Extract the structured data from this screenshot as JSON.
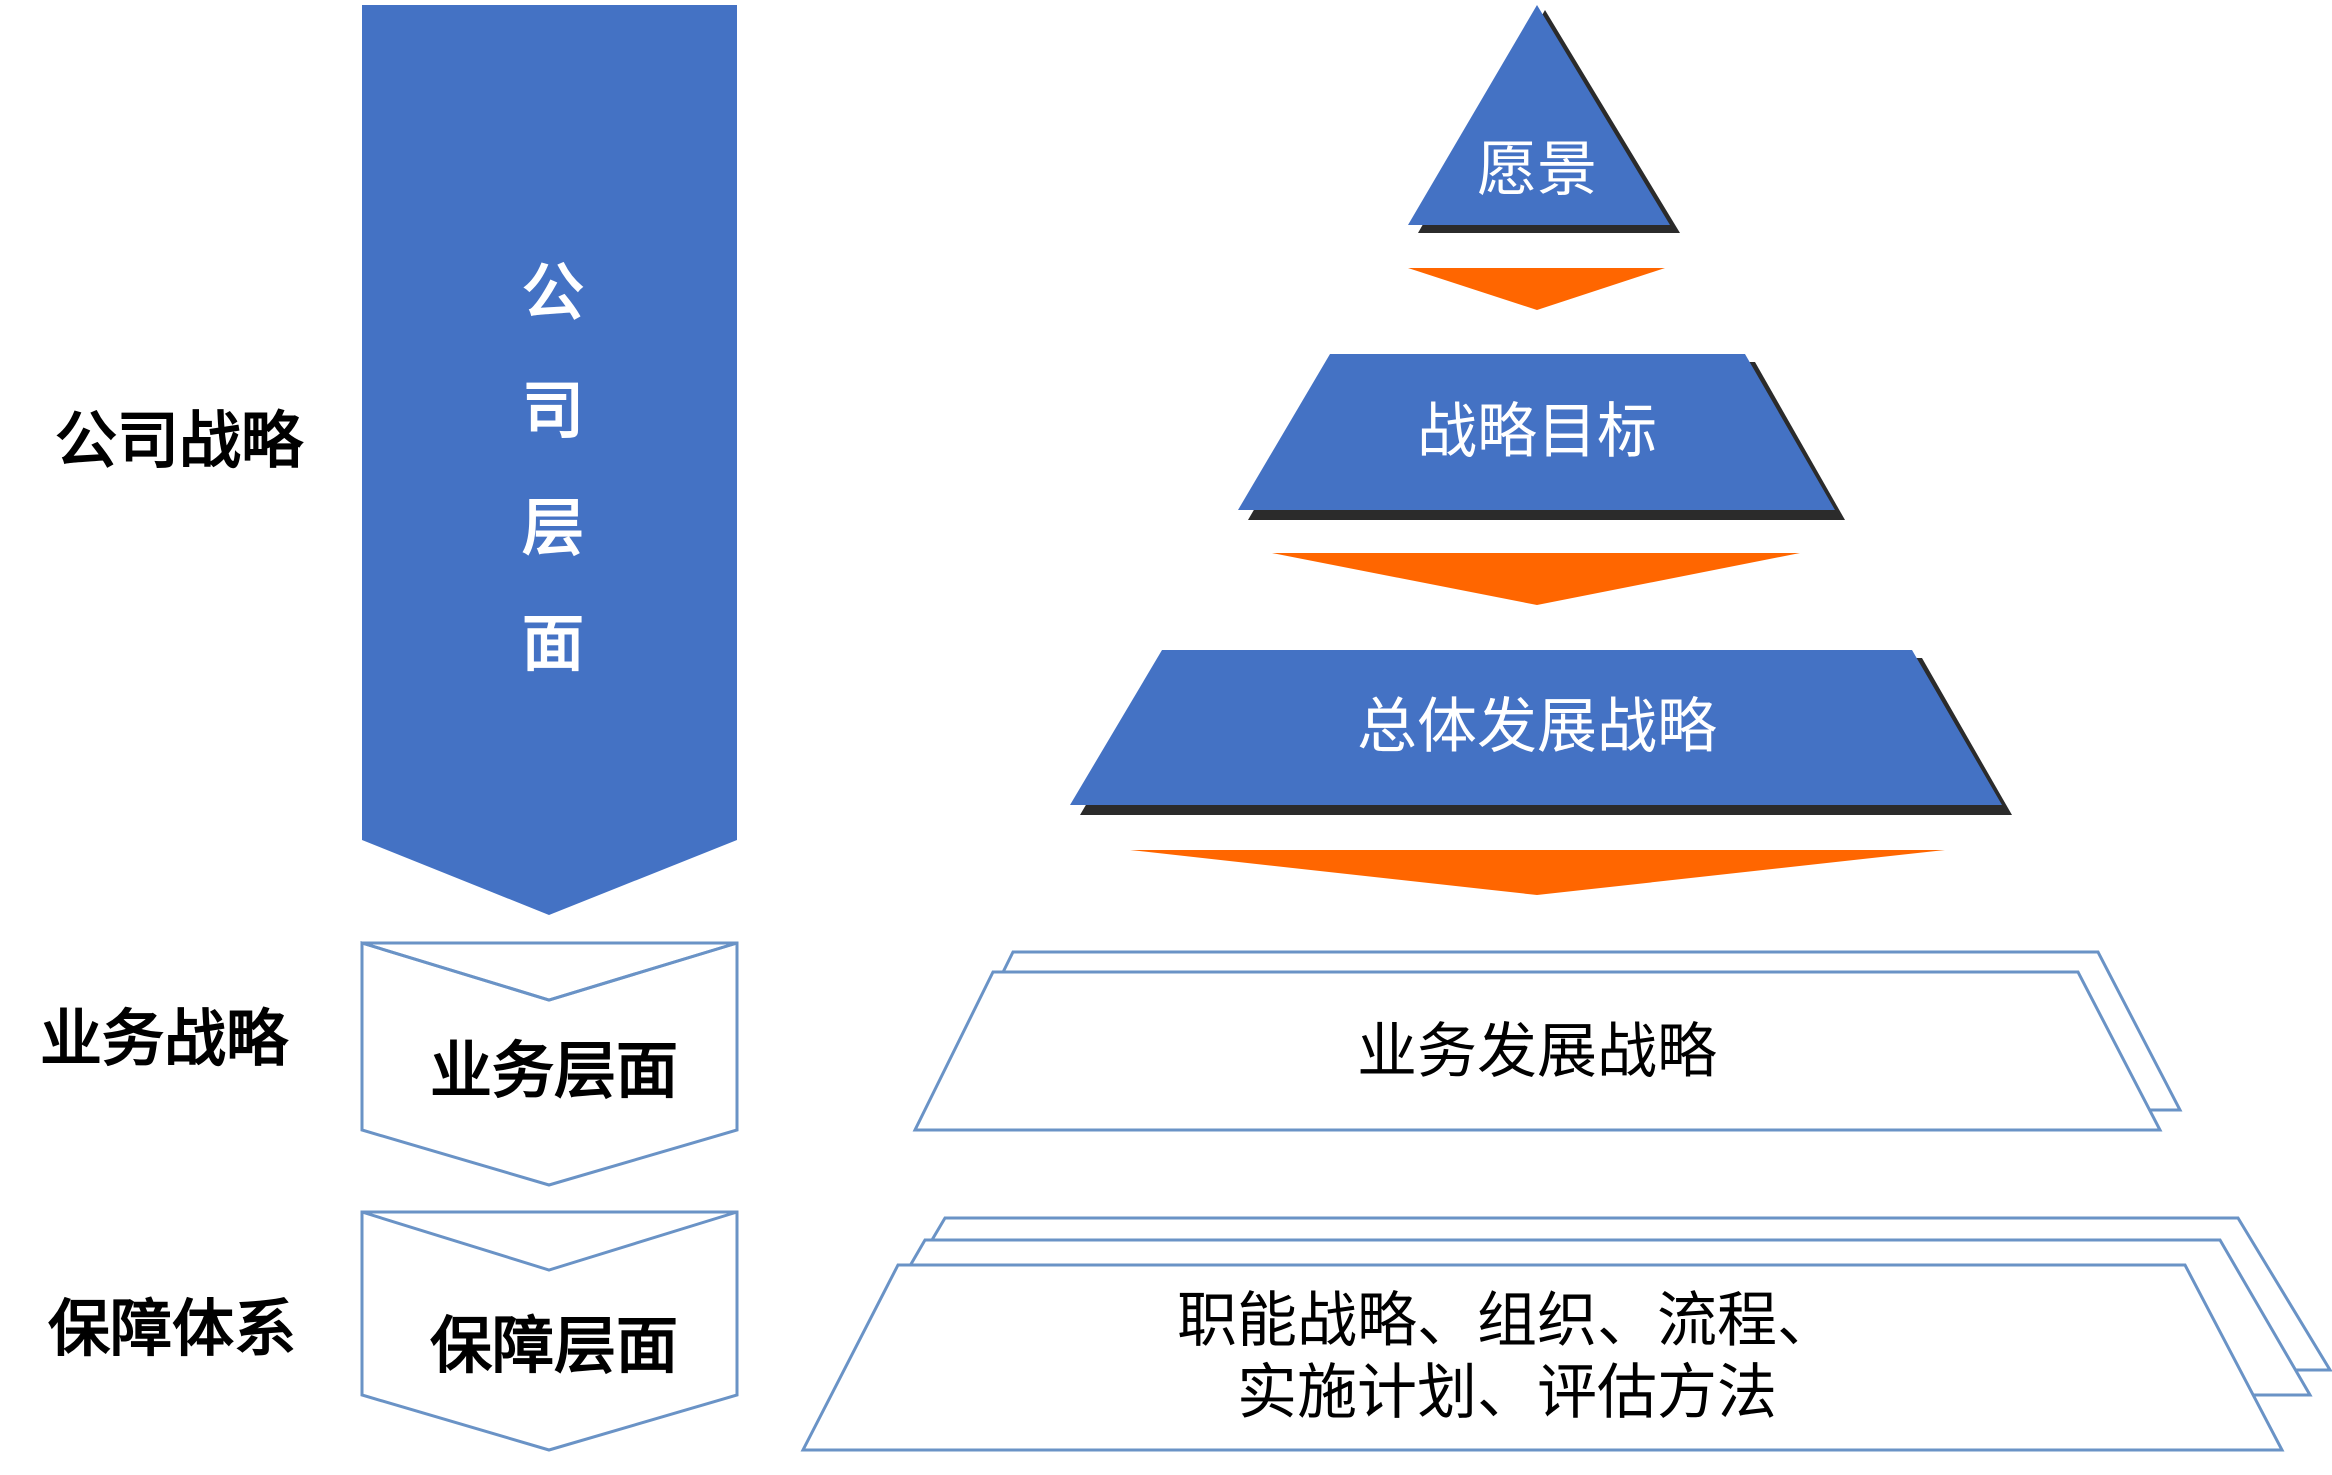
{
  "labels": {
    "company_strategy": "公司战略",
    "business_strategy": "业务战略",
    "support_system": "保障体系"
  },
  "levels": {
    "company_level_chars": [
      "公",
      "司",
      "层",
      "面"
    ],
    "business_level": "业务层面",
    "support_level": "保障层面"
  },
  "pyramid": {
    "vision": "愿景",
    "strategic_goals": "战略目标",
    "overall_strategy": "总体发展战略",
    "business_development_strategy": "业务发展战略",
    "support_line1": "职能战略、组织、流程、",
    "support_line2": "实施计划、评估方法"
  },
  "colors": {
    "blue": "#4472C4",
    "orange": "#FF6600",
    "shadow": "#2B2B2B",
    "outline": "#6A93C6"
  }
}
